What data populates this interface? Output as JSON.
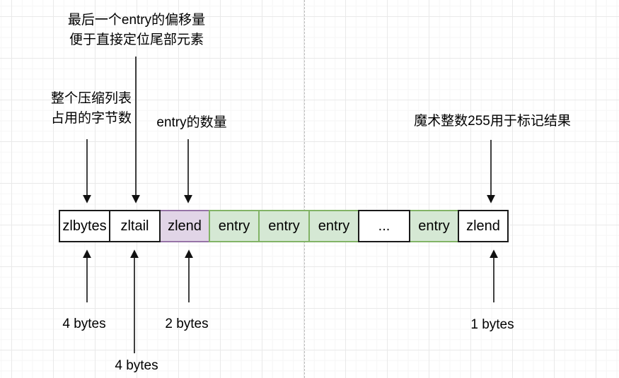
{
  "diagram_title": "ziplist-structure-diagram",
  "annotations": {
    "tail_offset": {
      "line1": "最后一个entry的偏移量",
      "line2": "便于直接定位尾部元素"
    },
    "total_bytes": {
      "line1": "整个压缩列表",
      "line2": "占用的字节数"
    },
    "entry_count": "entry的数量",
    "magic_end": "魔术整数255用于标记结果"
  },
  "boxes": [
    {
      "label": "zlbytes",
      "style": "white"
    },
    {
      "label": "zltail",
      "style": "white"
    },
    {
      "label": "zlend",
      "style": "purple"
    },
    {
      "label": "entry",
      "style": "green"
    },
    {
      "label": "entry",
      "style": "green"
    },
    {
      "label": "entry",
      "style": "green"
    },
    {
      "label": "...",
      "style": "white"
    },
    {
      "label": "entry",
      "style": "green"
    },
    {
      "label": "zlend",
      "style": "white"
    }
  ],
  "size_labels": {
    "zlbytes": "4 bytes",
    "zltail": "4 bytes",
    "zlend_count": "2 bytes",
    "zlend_end": "1 bytes"
  },
  "colors": {
    "green_fill": "#d5e8d4",
    "green_border": "#82b366",
    "purple_fill": "#e1d5e7",
    "purple_border": "#9673a6",
    "box_border_dark": "#1a1a1a",
    "text": "#000000",
    "grid_minor": "#f6f6f6",
    "grid_major": "#e9e9e9"
  }
}
